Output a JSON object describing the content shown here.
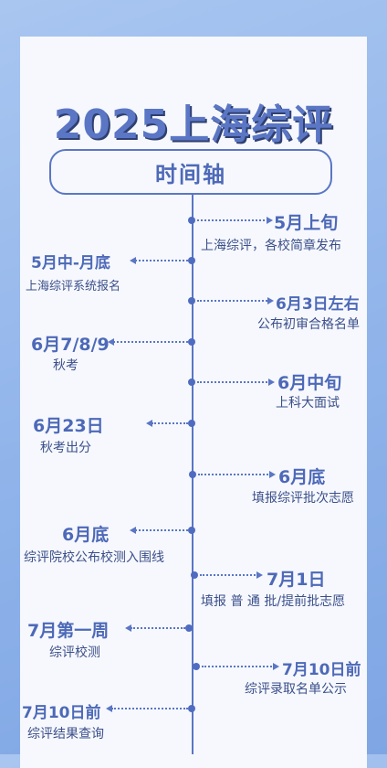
{
  "title": "2025上海综评",
  "subtitle": "时间轴",
  "events": [
    {
      "date": "5月上旬",
      "desc": "上海综评，各校简章发布"
    },
    {
      "date": "5月中-月底",
      "desc": "上海综评系统报名"
    },
    {
      "date": "6月3日左右",
      "desc": "公布初审合格名单"
    },
    {
      "date": "6月7/8/9",
      "desc": "秋考"
    },
    {
      "date": "6月中旬",
      "desc": "上科大面试"
    },
    {
      "date": "6月23日",
      "desc": "秋考出分"
    },
    {
      "date": "6月底",
      "desc": "填报综评批次志愿"
    },
    {
      "date": "6月底",
      "desc": "综评院校公布校测入围线"
    },
    {
      "date": "7月1日",
      "desc": "填报 普 通 批/提前批志愿"
    },
    {
      "date": "7月第一周",
      "desc": "综评校测"
    },
    {
      "date": "7月10日前",
      "desc": "综评录取名单公示"
    },
    {
      "date": "7月10日前",
      "desc": "综评结果查询"
    }
  ],
  "colors": {
    "accent": "#5a76c4",
    "title_shadow": "#2f3f70",
    "background": "#8fb3ea"
  }
}
